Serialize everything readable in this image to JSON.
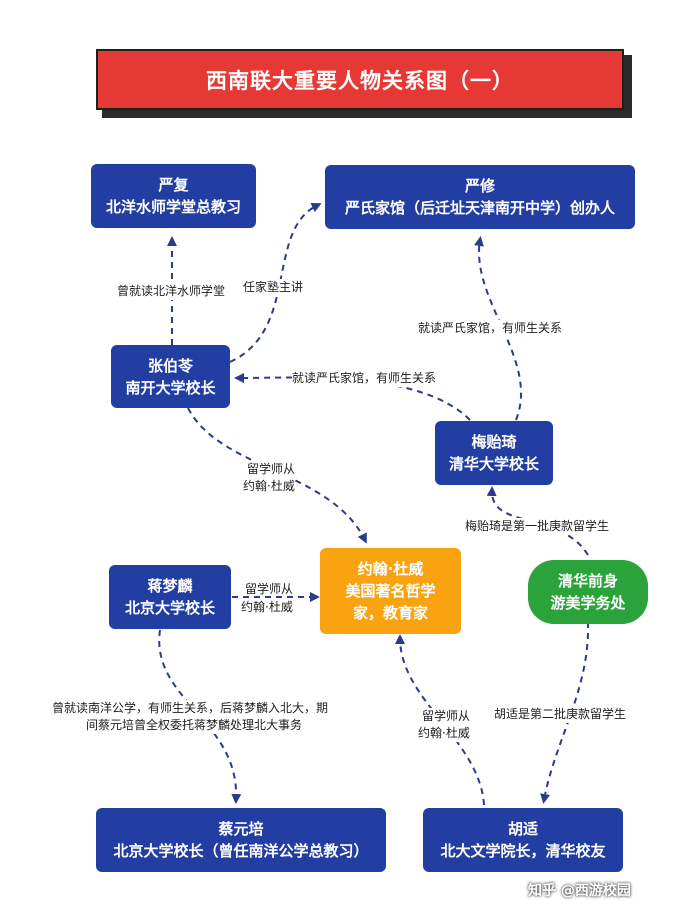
{
  "title": "西南联大重要人物关系图（一）",
  "nodes": {
    "yanfu": {
      "name": "严复",
      "role": "北洋水师学堂总教习"
    },
    "yanxiu": {
      "name": "严修",
      "role": "严氏家馆（后迁址天津南开中学）创办人"
    },
    "zhangboling": {
      "name": "张伯苓",
      "role": "南开大学校长"
    },
    "meiyiqi": {
      "name": "梅贻琦",
      "role": "清华大学校长"
    },
    "dewey": {
      "name": "约翰·杜威",
      "role_line1": "美国著名哲学",
      "role_line2": "家，教育家"
    },
    "jiangmenglin": {
      "name": "蒋梦麟",
      "role": "北京大学校长"
    },
    "qinghua": {
      "name": "清华前身",
      "role": "游美学务处"
    },
    "caiyuanpei": {
      "name": "蔡元培",
      "role": "北京大学校长（曾任南洋公学总教习）"
    },
    "hushi": {
      "name": "胡适",
      "role": "北大文学院长，清华校友"
    }
  },
  "edges": {
    "zhang_yanfu": "曾就读北洋水师学堂",
    "zhang_yanxiu": "任家塾主讲",
    "mei_yanxiu": "就读严氏家馆，有师生关系",
    "mei_zhang": "就读严氏家馆，有师生关系",
    "zhang_dewey_l1": "留学师从",
    "zhang_dewey_l2": "约翰·杜威",
    "qinghua_mei": "梅贻琦是第一批庚款留学生",
    "jiang_dewey_l1": "留学师从",
    "jiang_dewey_l2": "约翰·杜威",
    "jiang_cai_l1": "曾就读南洋公学，有师生关系，后蒋梦麟入北大，期",
    "jiang_cai_l2": "间蔡元培曾全权委托蒋梦麟处理北大事务",
    "hu_dewey_l1": "留学师从",
    "hu_dewey_l2": "约翰·杜威",
    "qinghua_hu": "胡适是第二批庚款留学生"
  },
  "watermark": "知乎 @西游校园",
  "colors": {
    "title_red": "#e63935",
    "node_blue": "#223ea2",
    "node_orange": "#f8a30f",
    "node_green": "#2aa43a",
    "edge": "#2b3a8c"
  }
}
